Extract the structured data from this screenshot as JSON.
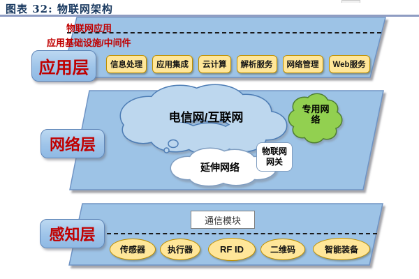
{
  "figure": {
    "title": "图表 32: 物联网架构"
  },
  "application_layer": {
    "label": "应用层",
    "caption_top": "物联网应用",
    "caption_bottom": "应用基础设施/中间件",
    "services": [
      "信息处理",
      "应用集成",
      "云计算",
      "解析服务",
      "网络管理",
      "Web服务"
    ]
  },
  "network_layer": {
    "label": "网络层",
    "telecom_cloud": "电信网/互联网",
    "private_cloud_line1": "专用网",
    "private_cloud_line2": "络",
    "extended_cloud": "延伸网络",
    "gateway_line1": "物联网",
    "gateway_line2": "网关"
  },
  "perception_layer": {
    "label": "感知层",
    "comm_module": "通信模块",
    "devices": [
      "传感器",
      "执行器",
      "RF ID",
      "二维码",
      "智能装备"
    ]
  },
  "colors": {
    "slab_blue": "#9DC3E6",
    "label_red": "#C00000",
    "service_yellow": "#FFE699",
    "service_border": "#BF9000",
    "cloud_light_blue": "#BDD7EE",
    "cloud_border_blue": "#4E7DB5",
    "private_green": "#92D050",
    "private_green_border": "#4E7E32",
    "title_navy": "#17375E"
  }
}
